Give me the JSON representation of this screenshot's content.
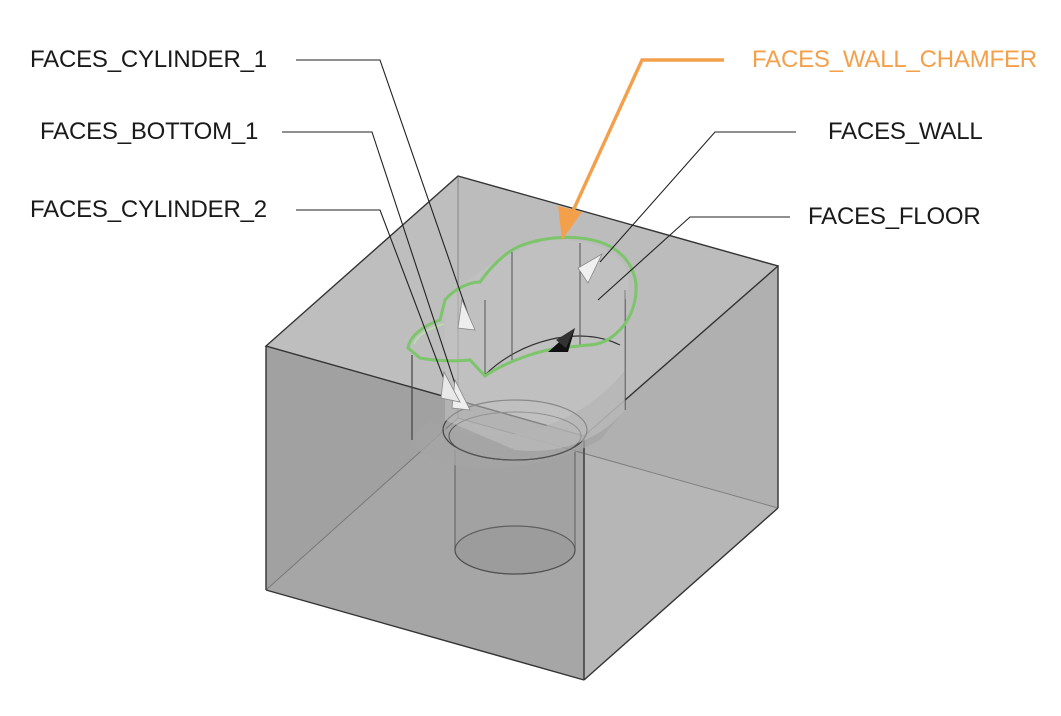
{
  "labels": {
    "faces_cylinder_1": "FACES_CYLINDER_1",
    "faces_bottom_1": "FACES_BOTTOM_1",
    "faces_cylinder_2": "FACES_CYLINDER_2",
    "faces_wall_chamfer": "FACES_WALL_CHAMFER",
    "faces_wall": "FACES_WALL",
    "faces_floor": "FACES_FLOOR"
  },
  "colors": {
    "highlight": "#f4a04b",
    "chamfer_edge": "#7cc56a",
    "block_fill": "#b3b3b3",
    "outline": "#333333",
    "label_text": "#1a1a1a"
  }
}
